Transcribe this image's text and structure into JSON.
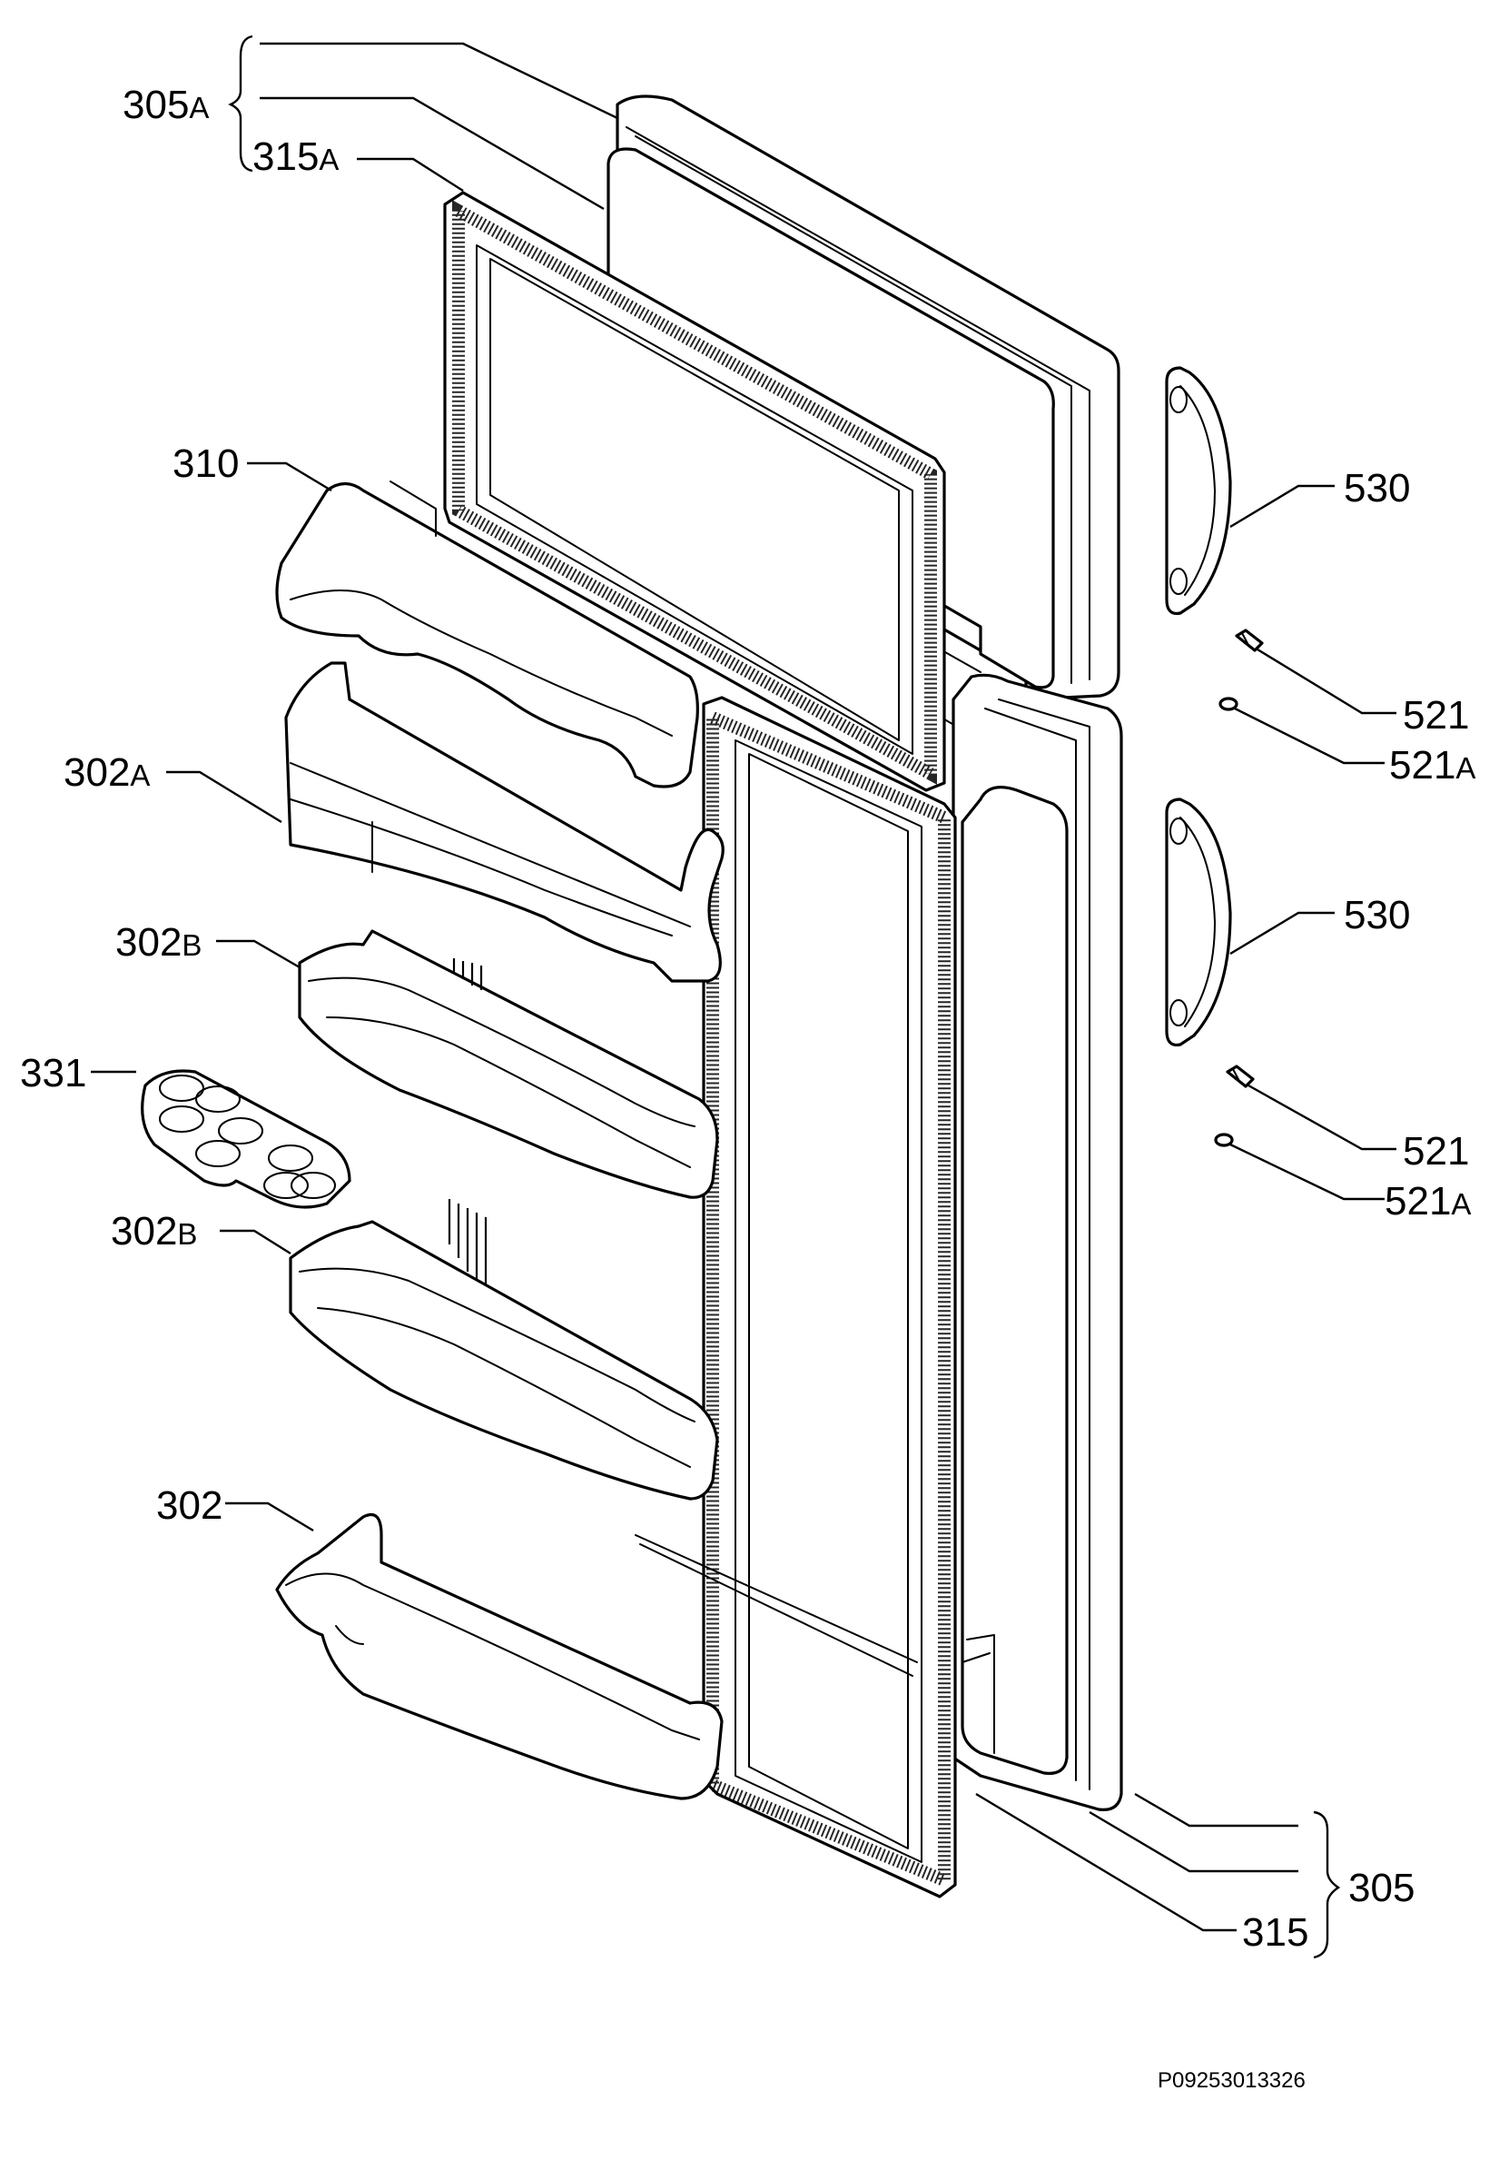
{
  "labels": {
    "l305A": {
      "num": "305",
      "suffix": "A"
    },
    "l315A": {
      "num": "315",
      "suffix": "A"
    },
    "l310": {
      "num": "310",
      "suffix": ""
    },
    "l302A": {
      "num": "302",
      "suffix": "A"
    },
    "l302B_1": {
      "num": "302",
      "suffix": "B"
    },
    "l331": {
      "num": "331",
      "suffix": ""
    },
    "l302B_2": {
      "num": "302",
      "suffix": "B"
    },
    "l302": {
      "num": "302",
      "suffix": ""
    },
    "l530_1": {
      "num": "530",
      "suffix": ""
    },
    "l521_1": {
      "num": "521",
      "suffix": ""
    },
    "l521A_1": {
      "num": "521",
      "suffix": "A"
    },
    "l530_2": {
      "num": "530",
      "suffix": ""
    },
    "l521_2": {
      "num": "521",
      "suffix": ""
    },
    "l521A_2": {
      "num": "521",
      "suffix": "A"
    },
    "l305": {
      "num": "305",
      "suffix": ""
    },
    "l315": {
      "num": "315",
      "suffix": ""
    }
  },
  "reference_code": "P09253013326",
  "colors": {
    "ink": "#000000",
    "paper": "#ffffff"
  }
}
